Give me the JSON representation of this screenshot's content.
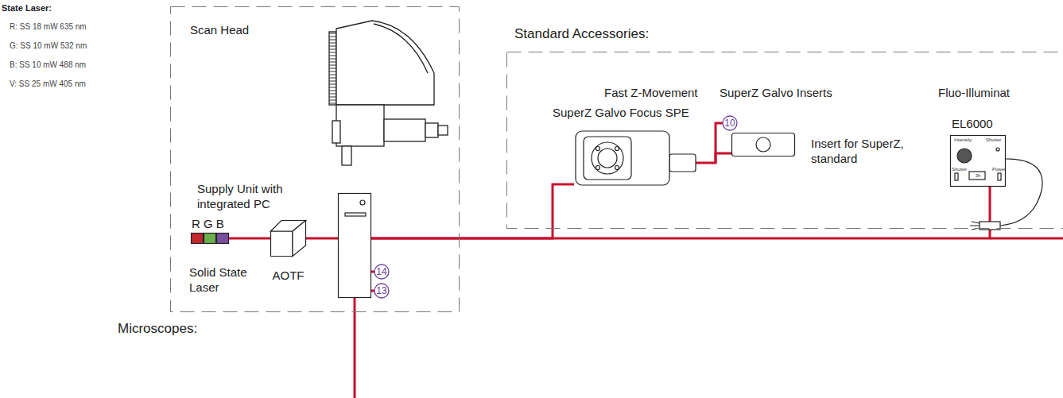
{
  "diagram": {
    "nodes": [
      {
        "text": [
          "Scan Head"
        ]
      },
      {
        "text": [
          "Supply Unit with integrated PC"
        ],
        "in": 0
      },
      {
        "text": [
          "R G B",
          "Solid State Laser"
        ],
        "in": 0
      },
      {
        "text": [
          "AOTF"
        ],
        "in": 0
      },
      {
        "text": [
          "Standard Accessories:"
        ]
      },
      {
        "text": [
          "SuperZ Galvo Focus SPE"
        ],
        "in": 4
      },
      {
        "text": [
          "Insert for SuperZ, standard"
        ],
        "in": 4
      },
      {
        "text": [
          "EL6000"
        ],
        "in": 4
      }
    ],
    "edges": [
      {
        "from": 2,
        "to": 3,
        "arrow": "none"
      },
      {
        "from": 3,
        "to": 1,
        "arrow": "none"
      },
      {
        "from": 1,
        "to": 5,
        "arrow": "none"
      },
      {
        "from": 5,
        "to": 6,
        "arrow": "none"
      },
      {
        "from": 1,
        "to": 7,
        "arrow": "none"
      }
    ],
    "labels": [
      "State Laser:",
      "R: SS 18 mW 635 nm",
      "G: SS 10 mW 532 nm",
      "B: SS 10 mW 488 nm",
      "V: SS 25 mW 405 nm",
      "Fast Z-Movement",
      "SuperZ Galvo Inserts",
      "Fluo-Illuminat",
      "10",
      "14",
      "13",
      "Microscopes:",
      "Intensity",
      "Shutter",
      "Shutter",
      "3h",
      "Power"
    ]
  }
}
